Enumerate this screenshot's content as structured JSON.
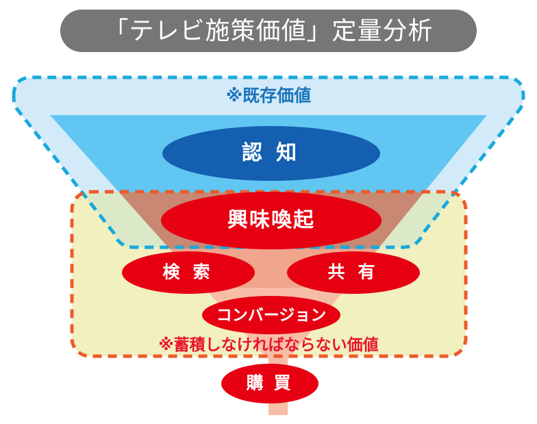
{
  "header": {
    "title": "「テレビ施策価値」定量分析",
    "pill_color": "#767676",
    "title_color": "#ffffff"
  },
  "regions": [
    {
      "id": "existing-value",
      "label": "※既存価値",
      "border_color": "#17a9dd",
      "fill_color": "#d3eaf9",
      "text_color": "#1b75bb",
      "border_style": "dashed"
    },
    {
      "id": "accumulate-value",
      "label": "※蓄積しなければならない価値",
      "border_color": "#ec5b2a",
      "fill_color": "#f2f0bf",
      "text_color": "#e8142d",
      "border_style": "dashed"
    }
  ],
  "funnel": {
    "top_band_color": "#62c6f2",
    "mid_band_color": "#f08c78",
    "bottom_band_color": "#f7bda7",
    "stages": [
      {
        "id": "awareness",
        "label": "認 知",
        "fill": "#145fb0",
        "text_color": "#ffffff",
        "font_size": 30
      },
      {
        "id": "interest",
        "label": "興味喚起",
        "fill": "#e60012",
        "text_color": "#ffffff",
        "font_size": 30
      },
      {
        "id": "search",
        "label": "検 索",
        "fill": "#e60012",
        "text_color": "#ffffff",
        "font_size": 25
      },
      {
        "id": "share",
        "label": "共 有",
        "fill": "#e60012",
        "text_color": "#ffffff",
        "font_size": 25
      },
      {
        "id": "conversion",
        "label": "コンバージョン",
        "fill": "#e60012",
        "text_color": "#ffffff",
        "font_size": 23
      },
      {
        "id": "purchase",
        "label": "購 買",
        "fill": "#e60012",
        "text_color": "#ffffff",
        "font_size": 25
      }
    ]
  }
}
